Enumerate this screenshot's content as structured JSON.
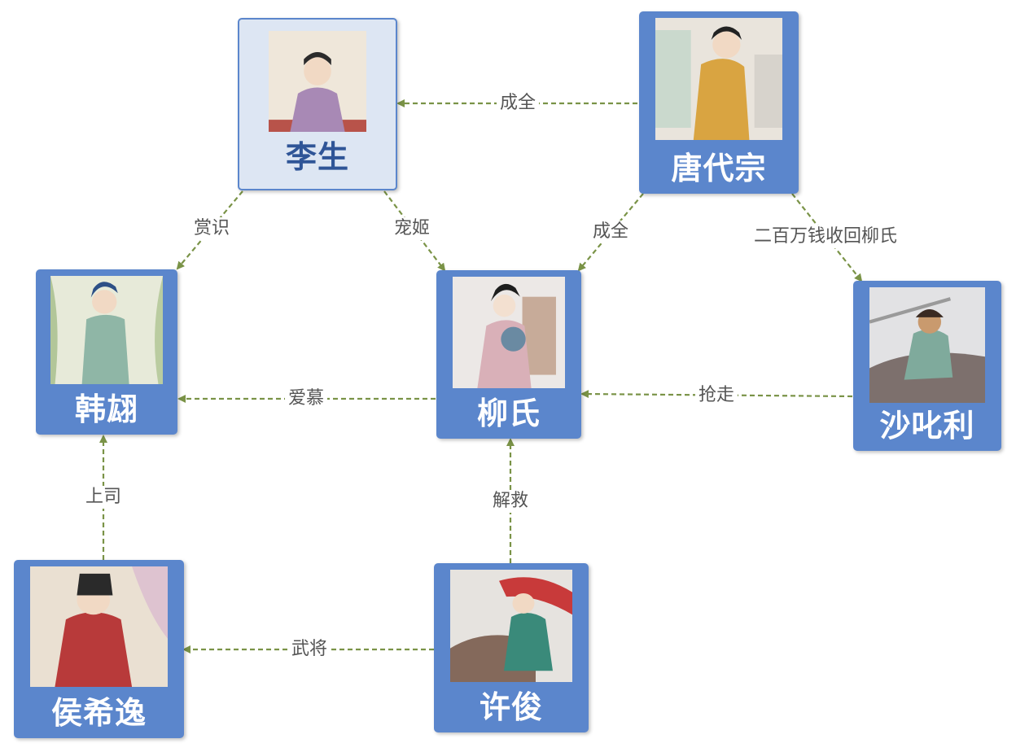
{
  "nodes": {
    "lisheng": {
      "label": "李生",
      "robe": "#a889b5",
      "bg": "#efe7da"
    },
    "tangdaizong": {
      "label": "唐代宗",
      "robe": "#d9a441",
      "bg": "#e9e4dc"
    },
    "hanhong": {
      "label": "韩翃",
      "robe": "#8fb6a6",
      "bg": "#e7ead9"
    },
    "liushi": {
      "label": "柳氏",
      "robe": "#d9b0b8",
      "bg": "#ece8e6"
    },
    "shazhili": {
      "label": "沙叱利",
      "robe": "#7faa9c",
      "bg": "#e2e2e4"
    },
    "houxiyi": {
      "label": "侯希逸",
      "robe": "#b83a3a",
      "bg": "#eae0d2"
    },
    "xujun": {
      "label": "许俊",
      "robe": "#c83a3a",
      "bg": "#e6e3df"
    }
  },
  "edges": {
    "tangdaizong_lisheng": "成全",
    "lisheng_hanhong": "赏识",
    "lisheng_liushi": "宠姬",
    "tangdaizong_liushi": "成全",
    "tangdaizong_shazhili": "二百万钱收回柳氏",
    "liushi_hanhong": "爱慕",
    "shazhili_liushi": "抢走",
    "houxiyi_hanhong": "上司",
    "xujun_liushi": "解救",
    "xujun_houxiyi": "武将"
  },
  "colors": {
    "node_fill": "#5b86cc",
    "node_light_fill": "#dde6f3",
    "edge": "#7a9347"
  }
}
